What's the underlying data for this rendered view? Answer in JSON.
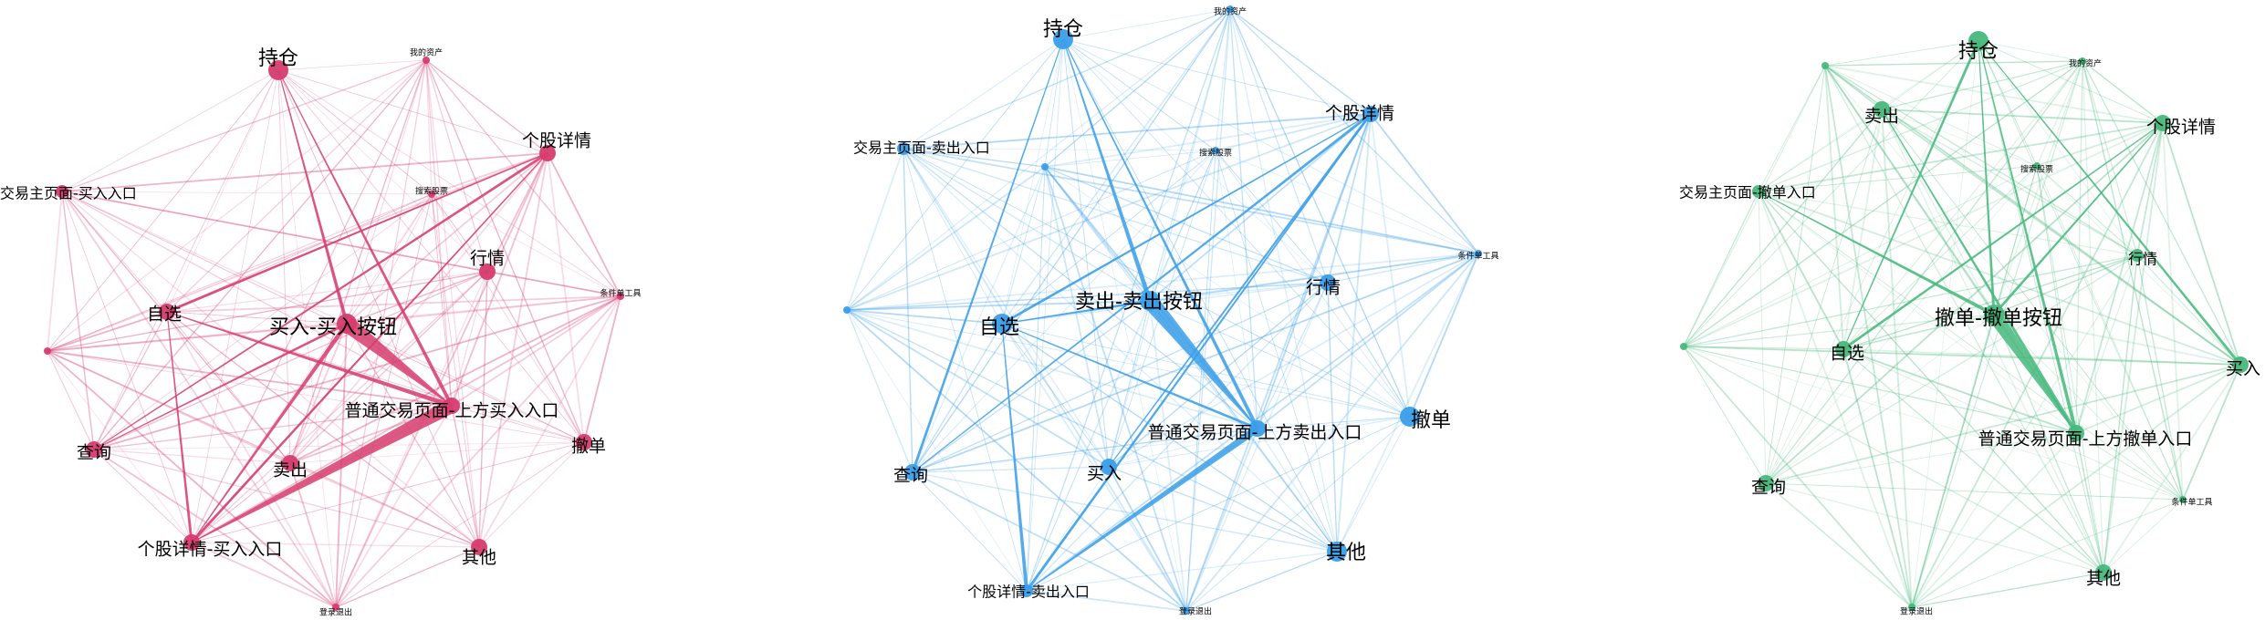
{
  "panels": [
    {
      "id": "buy",
      "color": "#d63c6f",
      "nodes": [
        {
          "id": "chicang",
          "label": "持仓",
          "size": "lg"
        },
        {
          "id": "wodezichan",
          "label": "我的资产",
          "size": "xs"
        },
        {
          "id": "gegu",
          "label": "个股详情",
          "size": "md"
        },
        {
          "id": "sousuo",
          "label": "搜索股票",
          "size": "xs"
        },
        {
          "id": "hangqing",
          "label": "行情",
          "size": "md"
        },
        {
          "id": "tiaojian",
          "label": "条件单工具",
          "size": "xs"
        },
        {
          "id": "chedan",
          "label": "撤单",
          "size": "md"
        },
        {
          "id": "qita",
          "label": "其他",
          "size": "md"
        },
        {
          "id": "denglu",
          "label": "登录退出",
          "size": "xs"
        },
        {
          "id": "gegu_entry",
          "label": "个股详情-买入入口",
          "size": "md"
        },
        {
          "id": "chaxun",
          "label": "查询",
          "size": "md"
        },
        {
          "id": "dot_small",
          "label": "",
          "size": "xs"
        },
        {
          "id": "zixuan",
          "label": "自选",
          "size": "md"
        },
        {
          "id": "jiaoyi_entry",
          "label": "交易主页面-买入入口",
          "size": "sm"
        },
        {
          "id": "maichu",
          "label": "卖出",
          "size": "md"
        },
        {
          "id": "center",
          "label": "买入-买入按钮",
          "size": "lg"
        },
        {
          "id": "putong",
          "label": "普通交易页面-上方买入入口",
          "size": "md"
        }
      ]
    },
    {
      "id": "sell",
      "color": "#3a9ee8",
      "nodes": [
        {
          "id": "chicang",
          "label": "持仓",
          "size": "lg"
        },
        {
          "id": "wodezichan",
          "label": "我的资产",
          "size": "xs"
        },
        {
          "id": "gegu",
          "label": "个股详情",
          "size": "md"
        },
        {
          "id": "sousuo",
          "label": "搜索股票",
          "size": "xs"
        },
        {
          "id": "hangqing",
          "label": "行情",
          "size": "md"
        },
        {
          "id": "tiaojian",
          "label": "条件单工具",
          "size": "xs"
        },
        {
          "id": "chedan",
          "label": "撤单",
          "size": "lg"
        },
        {
          "id": "qita",
          "label": "其他",
          "size": "lg"
        },
        {
          "id": "denglu",
          "label": "登录退出",
          "size": "xs"
        },
        {
          "id": "gegu_entry",
          "label": "个股详情-卖出入口",
          "size": "sm"
        },
        {
          "id": "chaxun",
          "label": "查询",
          "size": "md"
        },
        {
          "id": "dot_small",
          "label": "",
          "size": "xs"
        },
        {
          "id": "zixuan",
          "label": "自选",
          "size": "lg"
        },
        {
          "id": "jiaoyi_entry",
          "label": "交易主页面-卖出入口",
          "size": "sm"
        },
        {
          "id": "dot_small2",
          "label": "",
          "size": "xs"
        },
        {
          "id": "mairu",
          "label": "买入",
          "size": "md"
        },
        {
          "id": "center",
          "label": "卖出-卖出按钮",
          "size": "lg"
        },
        {
          "id": "putong",
          "label": "普通交易页面-上方卖出入口",
          "size": "md"
        }
      ]
    },
    {
      "id": "cancel",
      "color": "#47b87c",
      "nodes": [
        {
          "id": "chicang",
          "label": "持仓",
          "size": "lg"
        },
        {
          "id": "wodezichan",
          "label": "我的资产",
          "size": "xs"
        },
        {
          "id": "gegu",
          "label": "个股详情",
          "size": "md"
        },
        {
          "id": "sousuo",
          "label": "搜索股票",
          "size": "xs"
        },
        {
          "id": "hangqing",
          "label": "行情",
          "size": "sm"
        },
        {
          "id": "mairu",
          "label": "买入",
          "size": "md"
        },
        {
          "id": "tiaojian",
          "label": "条件单工具",
          "size": "xs"
        },
        {
          "id": "qita",
          "label": "其他",
          "size": "md"
        },
        {
          "id": "denglu",
          "label": "登录退出",
          "size": "xs"
        },
        {
          "id": "chaxun",
          "label": "查询",
          "size": "md"
        },
        {
          "id": "dot_small",
          "label": "",
          "size": "xs"
        },
        {
          "id": "zixuan",
          "label": "自选",
          "size": "md"
        },
        {
          "id": "jiaoyi_entry",
          "label": "交易主页面-撤单入口",
          "size": "sm"
        },
        {
          "id": "maichu",
          "label": "卖出",
          "size": "md"
        },
        {
          "id": "dot_top",
          "label": "",
          "size": "xs"
        },
        {
          "id": "center",
          "label": "撤单-撤单按钮",
          "size": "lg"
        },
        {
          "id": "putong",
          "label": "普通交易页面-上方撤单入口",
          "size": "md"
        }
      ]
    }
  ]
}
